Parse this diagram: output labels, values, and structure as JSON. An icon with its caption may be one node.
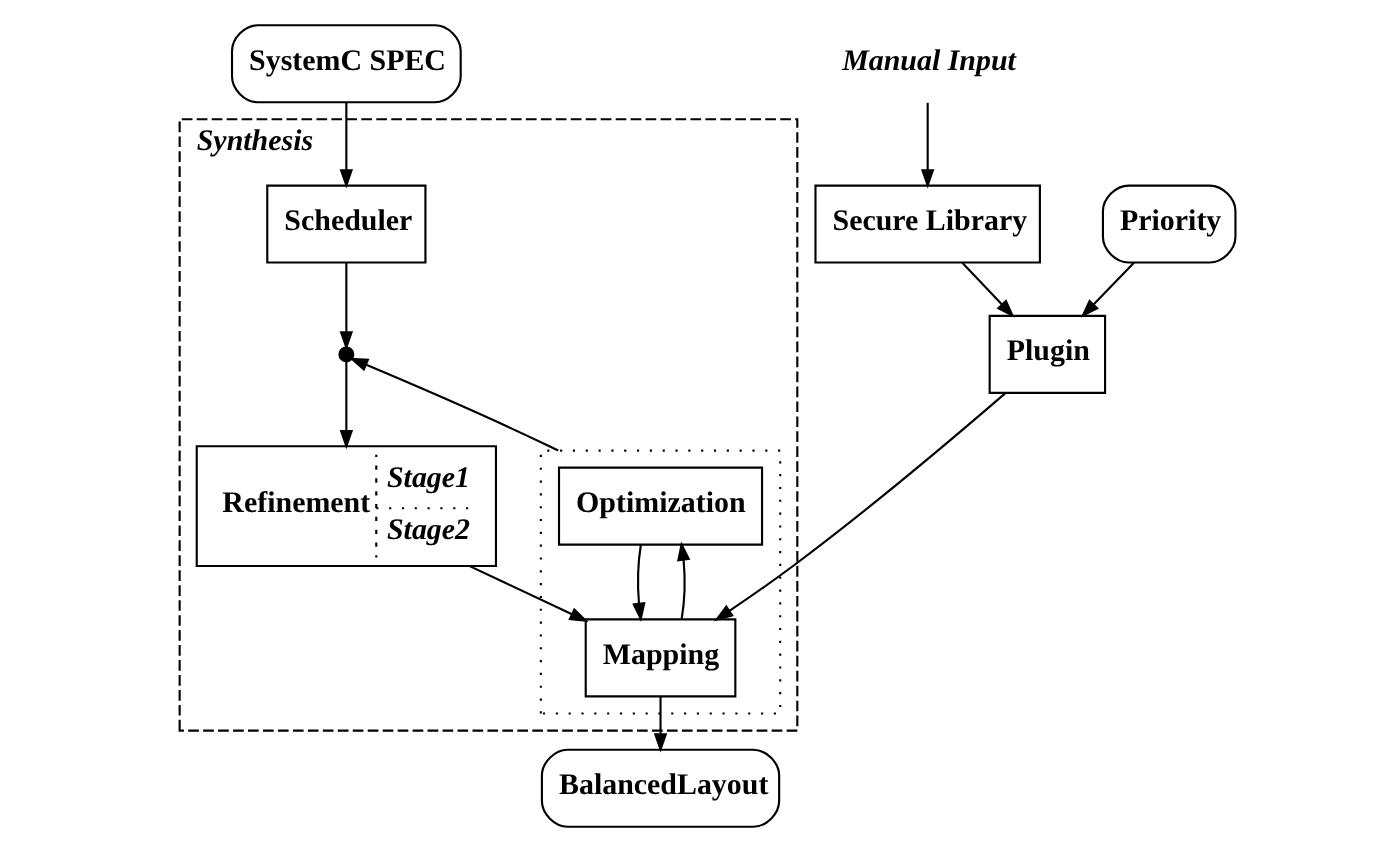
{
  "diagram": {
    "nodes": [
      {
        "text": [
          "SystemC SPEC"
        ]
      },
      {
        "text": [
          "Synthesis"
        ]
      },
      {
        "text": [
          "Scheduler"
        ],
        "in": 1
      },
      {
        "text": [],
        "shape": "circle",
        "in": 1
      },
      {
        "text": [
          "Refinement",
          "Stage1",
          "Stage2"
        ],
        "in": 1
      },
      {
        "text": [],
        "shape": "box",
        "in": 1
      },
      {
        "text": [
          "Optimization"
        ],
        "in": 5
      },
      {
        "text": [
          "Mapping"
        ],
        "in": 5
      },
      {
        "text": [
          "BalancedLayout"
        ]
      },
      {
        "text": [
          "Manual Input"
        ]
      },
      {
        "text": [
          "Secure Library"
        ]
      },
      {
        "text": [
          "Plugin"
        ]
      },
      {
        "text": [
          "Priority"
        ]
      }
    ],
    "edges": [
      {
        "from": 0,
        "to": 2,
        "arrow": "to"
      },
      {
        "from": 2,
        "to": 3,
        "arrow": "to"
      },
      {
        "from": 5,
        "to": 3,
        "arrow": "to"
      },
      {
        "from": 3,
        "to": 4,
        "arrow": "to"
      },
      {
        "from": 4,
        "to": 7,
        "arrow": "to"
      },
      {
        "from": 6,
        "to": 7,
        "arrow": "to"
      },
      {
        "from": 7,
        "to": 6,
        "arrow": "to"
      },
      {
        "from": 11,
        "to": 7,
        "arrow": "to"
      },
      {
        "from": 7,
        "to": 8,
        "arrow": "to"
      },
      {
        "from": 9,
        "to": 10,
        "arrow": "to"
      },
      {
        "from": 10,
        "to": 11,
        "arrow": "to"
      },
      {
        "from": 12,
        "to": 11,
        "arrow": "to"
      }
    ]
  }
}
